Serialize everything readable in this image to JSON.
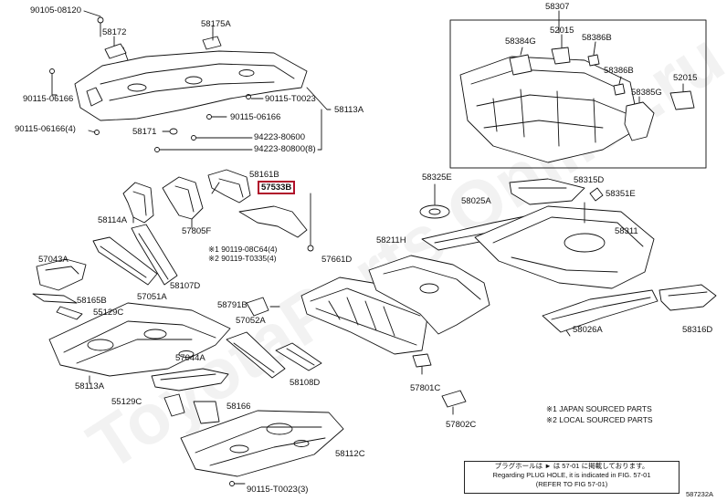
{
  "labels": {
    "p_90105": "90105-08120",
    "p_58172": "58172",
    "p_58175A": "58175A",
    "p_90115_06166_a": "90115-06166",
    "p_90115_06166_4": "90115-06166(4)",
    "p_58171": "58171",
    "p_90115_T0023": "90115-T0023",
    "p_90115_06166_b": "90115-06166",
    "p_94223_80600": "94223-80600",
    "p_94223_80800": "94223-80800(8)",
    "p_58113A_top": "58113A",
    "p_58161B": "58161B",
    "p_57533B": "57533B",
    "p_58114A": "58114A",
    "p_57805F": "57805F",
    "p_90119_08C64": "※1 90119-08C64(4)",
    "p_90119_T0335": "※2 90119-T0335(4)",
    "p_57043A": "57043A",
    "p_57051A": "57051A",
    "p_58107D": "58107D",
    "p_58165B": "58165B",
    "p_55129C_a": "55129C",
    "p_58791B": "58791B",
    "p_57052A": "57052A",
    "p_57661D": "57661D",
    "p_58211H": "58211H",
    "p_58113A_bottom": "58113A",
    "p_57044A": "57044A",
    "p_58108D": "58108D",
    "p_55129C_b": "55129C",
    "p_58166": "58166",
    "p_58112C": "58112C",
    "p_90115_T0023_3": "90115-T0023(3)",
    "p_57801C": "57801C",
    "p_57802C": "57802C",
    "p_58307": "58307",
    "p_58384G": "58384G",
    "p_52015_a": "52015",
    "p_58386B_a": "58386B",
    "p_58386B_b": "58386B",
    "p_52015_b": "52015",
    "p_58385G": "58385G",
    "p_58325E": "58325E",
    "p_58315D": "58315D",
    "p_58351E": "58351E",
    "p_58025A": "58025A",
    "p_58311": "58311",
    "p_58026A": "58026A",
    "p_58316D": "58316D"
  },
  "notes": {
    "japan": "※1 JAPAN SOURCED PARTS",
    "local": "※2 LOCAL SOURCED PARTS"
  },
  "reference_box": {
    "line1": "プラグホールは ► は 57-01 に掲載しております。",
    "line2": "Regarding PLUG HOLE, it is indicated in FIG. 57-01",
    "line3": "(REFER TO FIG 57-01)"
  },
  "figure_id": "587232A",
  "watermark": "ToyotaParts Online.ru",
  "colors": {
    "ink": "#111111",
    "highlight": "#b0102a",
    "box_border": "#222222"
  }
}
